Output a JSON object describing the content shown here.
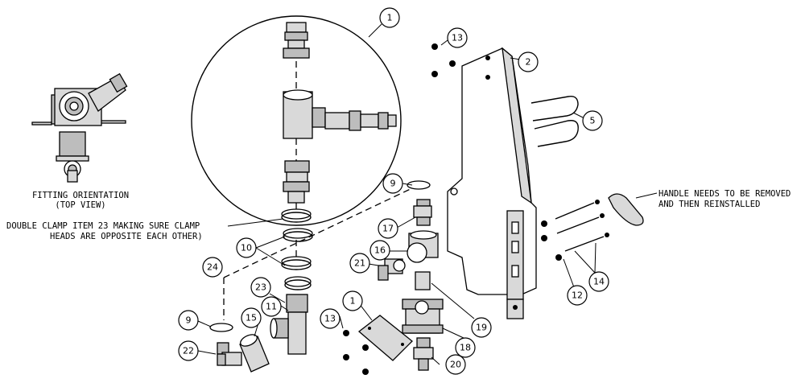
{
  "notes": {
    "orientation_title": "FITTING ORIENTATION",
    "orientation_sub": "(TOP VIEW)",
    "clamp_line1": "DOUBLE CLAMP ITEM 23 MAKING SURE CLAMP",
    "clamp_line2": "HEADS ARE OPPOSITE EACH OTHER)",
    "handle_line1": "HANDLE NEEDS TO BE REMOVED",
    "handle_line2": "AND THEN REINSTALLED"
  },
  "balloons": {
    "b1_top": "1",
    "b2": "2",
    "b5": "5",
    "b13_top": "13",
    "b9_right": "9",
    "b17": "17",
    "b16": "16",
    "b21": "21",
    "b10": "10",
    "b24": "24",
    "b23": "23",
    "b11": "11",
    "b15": "15",
    "b9_left": "9",
    "b22": "22",
    "b13_bottom": "13",
    "b1_bottom": "1",
    "b18": "18",
    "b19": "19",
    "b20": "20",
    "b12": "12",
    "b14": "14"
  }
}
